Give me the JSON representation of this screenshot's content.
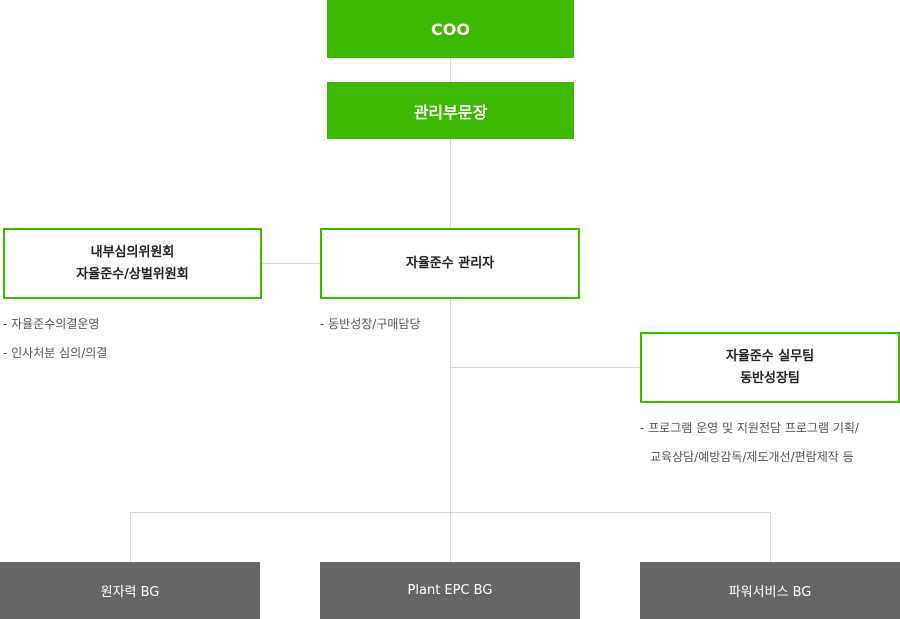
{
  "coo": "COO",
  "admin_head": "관리부문장",
  "committee": {
    "line1": "내부심의위원회",
    "line2": "자율준수/상벌위원회"
  },
  "compliance_manager": "자율준수 관리자",
  "working_team": {
    "line1": "자율준수 실무팀",
    "line2": "동반성장팀"
  },
  "committee_notes": [
    "- 자율준수의결운영",
    "- 인사처분 심의/의결"
  ],
  "manager_notes": [
    "- 동반성장/구매담당"
  ],
  "team_notes": [
    "- 프로그램 운영 및 지원전담 프로그램 기획/",
    "교육상담/예방감독/제도개선/편람제작 등"
  ],
  "business_groups": [
    "원자력 BG",
    "Plant EPC BG",
    "파워서비스 BG"
  ],
  "colors": {
    "green": "#3cb900",
    "gray": "#666666",
    "connector": "#d9d9d9"
  }
}
